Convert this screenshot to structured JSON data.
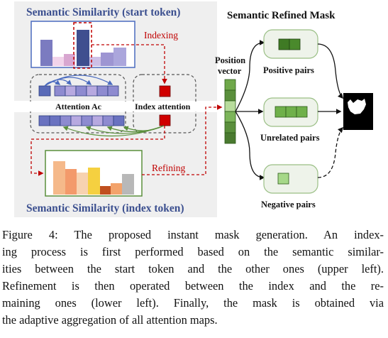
{
  "figure": {
    "start_panel_title": "Semantic Similarity (start token)",
    "index_panel_title": "Semantic Similarity (index token)",
    "mask_title": "Semantic Refined Mask",
    "indexing_label": "Indexing",
    "refining_label": "Refining",
    "attention_label": "Attention Ac",
    "index_attention_label": "Index attention",
    "position_vector_line1": "Position",
    "position_vector_line2": "vector",
    "positive_pairs": "Positive pairs",
    "unrelated_pairs": "Unrelated pairs",
    "negative_pairs": "Negative pairs",
    "colors": {
      "title_blue": "#3b4f8f",
      "red": "#c00000",
      "green": "#5a8f3c",
      "panel_gray": "#efefef",
      "bar_purple": "#7b7bc0",
      "bar_dark": "#3f4f8f",
      "bar_orange": "#f3a36b",
      "bar_yellow": "#f5d040"
    }
  },
  "caption": {
    "line1": "Figure 4: The proposed instant mask generation. An index-",
    "line2": "ing process is first performed based on the semantic similar-",
    "line3": "ities between the start token and the other ones (upper left).",
    "line4": "Refinement is then operated between the index and the re-",
    "line5": "maining ones (lower left). Finally, the mask is obtained via",
    "line6": "the adaptive aggregation of all attention maps."
  }
}
